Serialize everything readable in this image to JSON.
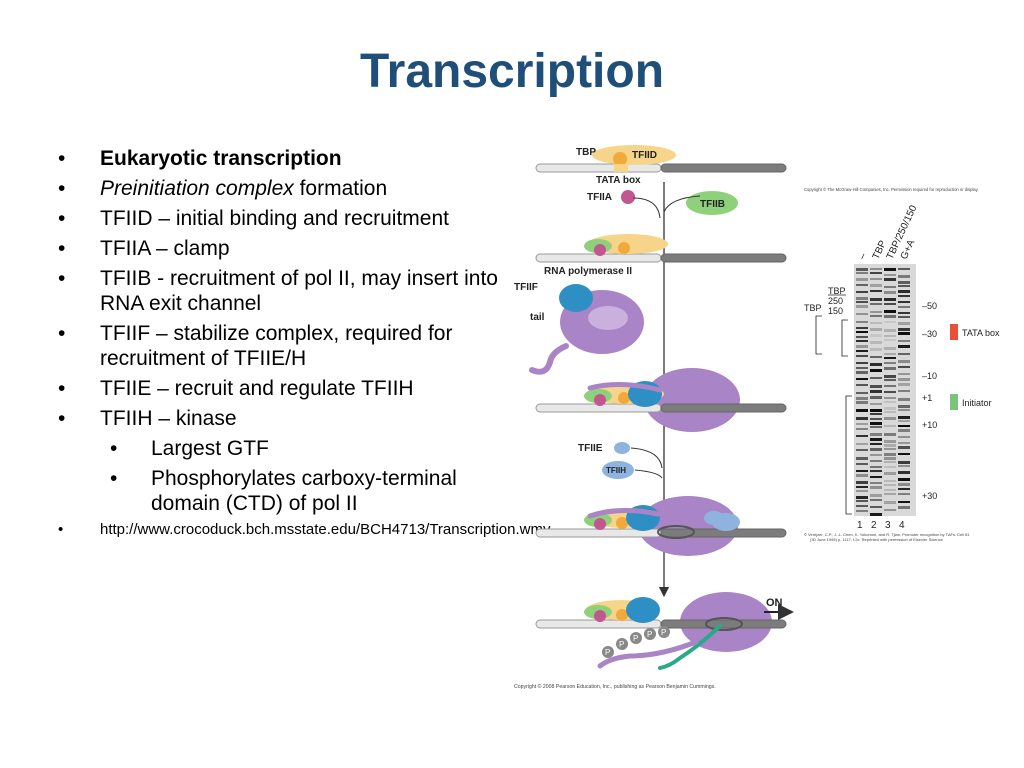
{
  "slide": {
    "title": "Transcription",
    "bullets": [
      {
        "text": "Eukaryotic transcription"
      },
      {
        "italic": "Preinitiation complex",
        "text": " formation"
      },
      {
        "text": "TFIID – initial binding and recruitment"
      },
      {
        "text": "TFIIA – clamp"
      },
      {
        "text": "TFIIB - recruitment of pol II, may insert into RNA exit channel"
      },
      {
        "text": "TFIIF – stabilize complex, required for recruitment of TFIIE/H"
      },
      {
        "text": "TFIIE – recruit and regulate TFIIH"
      },
      {
        "text": "TFIIH – kinase"
      }
    ],
    "sub_bullets": [
      {
        "text": "Largest GTF"
      },
      {
        "text": "Phosphorylates carboxy-terminal domain (CTD) of pol II"
      }
    ],
    "link": "http://www.crocoduck.bch.msstate.edu/BCH4713/Transcription.wmv",
    "bullet_glyph": "•"
  },
  "diagram": {
    "labels": {
      "tbp": "TBP",
      "tfiid": "TFIID",
      "tata_box": "TATA box",
      "tfiia": "TFIIA",
      "tfiib": "TFIIB",
      "rna_pol": "RNA polymerase II",
      "tfiif": "TFIIF",
      "tail": "tail",
      "tfiie": "TFIIE",
      "tfiih": "TFIIH",
      "on": "ON",
      "phospho": "P"
    },
    "copyright": "Copyright © 2008 Pearson Education, Inc., publishing as Pearson Benjamin Cummings.",
    "colors": {
      "tfiid": "#f6d58a",
      "tbp": "#f2a93b",
      "tfiia": "#c0578f",
      "tfiib": "#8fd07a",
      "polii": "#a984c7",
      "tfiif": "#2e8fc4",
      "tfiie": "#8fb3df",
      "dna_light": "#e6e6e6",
      "dna_dark": "#7c7c7c",
      "rna": "#2aa88a"
    }
  },
  "gel": {
    "copyright": "Copyright © The McGraw-Hill Companies, Inc. Permission required for reproduction or display.",
    "lane_headers": [
      "–",
      "TBP",
      "TBP/250/150",
      "G+A"
    ],
    "legend_stack": [
      "TBP",
      "250",
      "150"
    ],
    "legend_tbp": "TBP",
    "markers": [
      "–50",
      "–30",
      "–10",
      "+1",
      "+10",
      "+30"
    ],
    "lane_numbers": [
      "1",
      "2",
      "3",
      "4"
    ],
    "tata_label": "TATA box",
    "initiator_label": "Initiator",
    "tata_color": "#e8503a",
    "initiator_color": "#7cc47c",
    "citation_1": "© Verrijzer, C.P., J.-L. Chen, K. Yokomori, and R. Tjian, Promoter recognition by TAFs. Cell 81",
    "citation_2": "(30 June 1995) p. 1117, f.2c. Reprinted with permission of Elsevier Science"
  }
}
